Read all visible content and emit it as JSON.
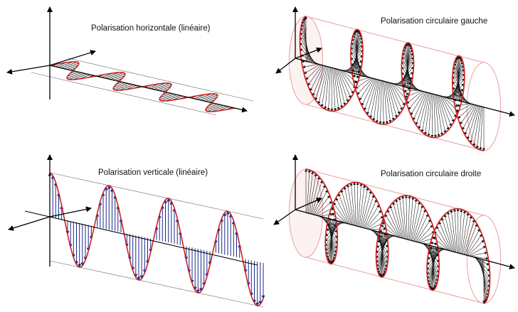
{
  "panels": {
    "horizontal": {
      "title": "Polarisation horizontale (linéaire)"
    },
    "circular_left": {
      "title": "Polarisation circulaire gauche"
    },
    "vertical": {
      "title": "Polarisation verticale (linéaire)"
    },
    "circular_right": {
      "title": "Polarisation circulaire droite"
    }
  },
  "colors": {
    "wave": "#cc2222",
    "vector_linear_horizontal": "#222222",
    "vector_linear_vertical": "#1a2a8a",
    "vector_circular": "#111111",
    "cylinder": "#e8a0a0",
    "axis": "#000000",
    "guide": "#666666"
  },
  "icons": [
    "axis-arrow-icon"
  ]
}
